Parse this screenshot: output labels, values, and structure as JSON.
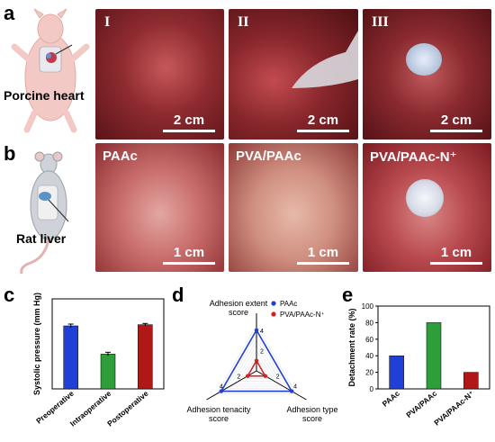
{
  "panels": {
    "a": {
      "letter": "a",
      "caption": "Porcine heart",
      "photos": [
        {
          "roman": "I",
          "scale": "2 cm"
        },
        {
          "roman": "II",
          "scale": "2 cm"
        },
        {
          "roman": "III",
          "scale": "2 cm"
        }
      ]
    },
    "b": {
      "letter": "b",
      "caption": "Rat liver",
      "photos": [
        {
          "title": "PAAc",
          "scale": "1 cm"
        },
        {
          "title": "PVA/PAAc",
          "scale": "1 cm"
        },
        {
          "title": "PVA/PAAc-N⁺",
          "scale": "1 cm"
        }
      ]
    },
    "c": {
      "letter": "c"
    },
    "d": {
      "letter": "d"
    },
    "e": {
      "letter": "e"
    }
  },
  "chart_data": [
    {
      "type": "bar",
      "panel": "c",
      "ylabel": "Systolic pressure (mm Hg)",
      "categories": [
        "Preoperative",
        "Intraoperative",
        "Postoperative"
      ],
      "values": [
        105,
        58,
        107
      ],
      "errors": [
        3,
        3,
        2
      ],
      "ylim": [
        0,
        150
      ],
      "colors": [
        "#1f3fd6",
        "#2e9e3a",
        "#b01818"
      ]
    },
    {
      "type": "radar",
      "panel": "d",
      "axes": [
        "Adhesion extent score",
        "Adhesion tenacity score",
        "Adhesion type score"
      ],
      "ticks": [
        2,
        4
      ],
      "rmax": 4.6,
      "series": [
        {
          "name": "PAAc",
          "color": "#1f3fd6",
          "values": [
            4,
            4,
            4
          ]
        },
        {
          "name": "PVA/PAAc-N⁺",
          "color": "#d62020",
          "values": [
            1,
            1,
            1
          ]
        }
      ]
    },
    {
      "type": "bar",
      "panel": "e",
      "ylabel": "Detachment rate (%)",
      "categories": [
        "PAAc",
        "PVA/PAAc",
        "PVA/PAAc-N⁺"
      ],
      "values": [
        40,
        80,
        20
      ],
      "yticks": [
        0,
        20,
        40,
        60,
        80,
        100
      ],
      "ylim": [
        0,
        100
      ],
      "colors": [
        "#1f3fd6",
        "#2e9e3a",
        "#b01818"
      ]
    }
  ]
}
